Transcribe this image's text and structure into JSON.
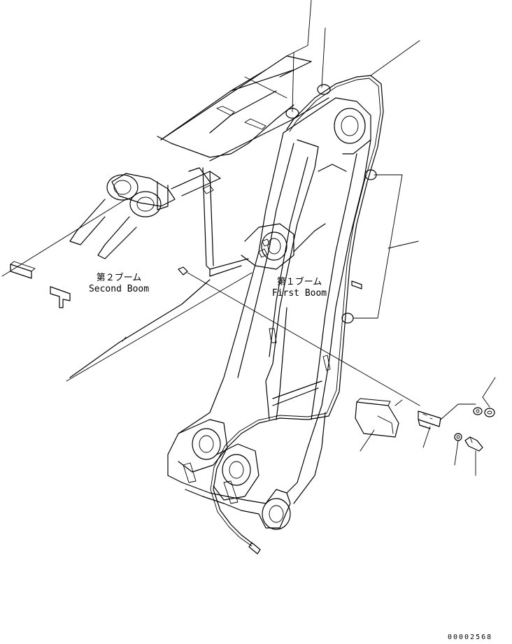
{
  "labels": {
    "second_boom_jp": "第２ブーム",
    "second_boom_en": "Second Boom",
    "first_boom_jp": "第１ブーム",
    "first_boom_en": "First Boom"
  },
  "drawing_number": "00002568"
}
